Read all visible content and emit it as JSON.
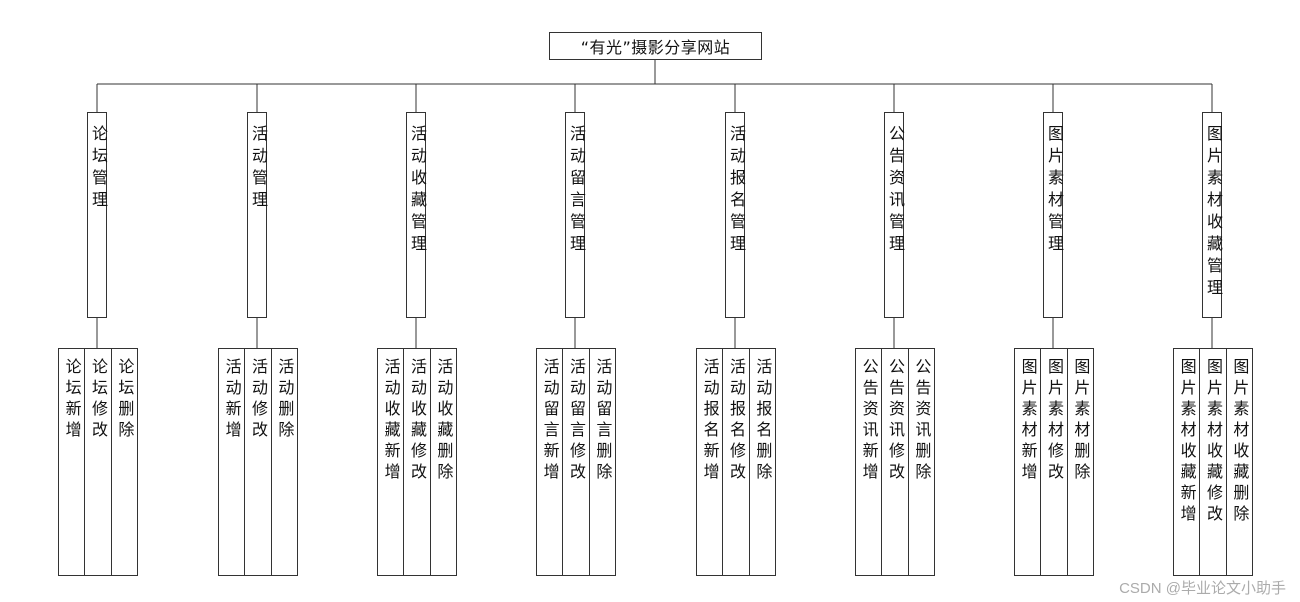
{
  "root": {
    "label": "“有光”摄影分享网站"
  },
  "modules": [
    {
      "label": "论坛管理",
      "children": [
        "论坛新增",
        "论坛修改",
        "论坛删除"
      ]
    },
    {
      "label": "活动管理",
      "children": [
        "活动新增",
        "活动修改",
        "活动删除"
      ]
    },
    {
      "label": "活动收藏管理",
      "children": [
        "活动收藏新增",
        "活动收藏修改",
        "活动收藏删除"
      ]
    },
    {
      "label": "活动留言管理",
      "children": [
        "活动留言新增",
        "活动留言修改",
        "活动留言删除"
      ]
    },
    {
      "label": "活动报名管理",
      "children": [
        "活动报名新增",
        "活动报名修改",
        "活动报名删除"
      ]
    },
    {
      "label": "公告资讯管理",
      "children": [
        "公告资讯新增",
        "公告资讯修改",
        "公告资讯删除"
      ]
    },
    {
      "label": "图片素材管理",
      "children": [
        "图片素材新增",
        "图片素材修改",
        "图片素材删除"
      ]
    },
    {
      "label": "图片素材收藏管理",
      "children": [
        "图片素材收藏新增",
        "图片素材收藏修改",
        "图片素材收藏删除"
      ]
    }
  ],
  "watermark": "CSDN @毕业论文小助手"
}
